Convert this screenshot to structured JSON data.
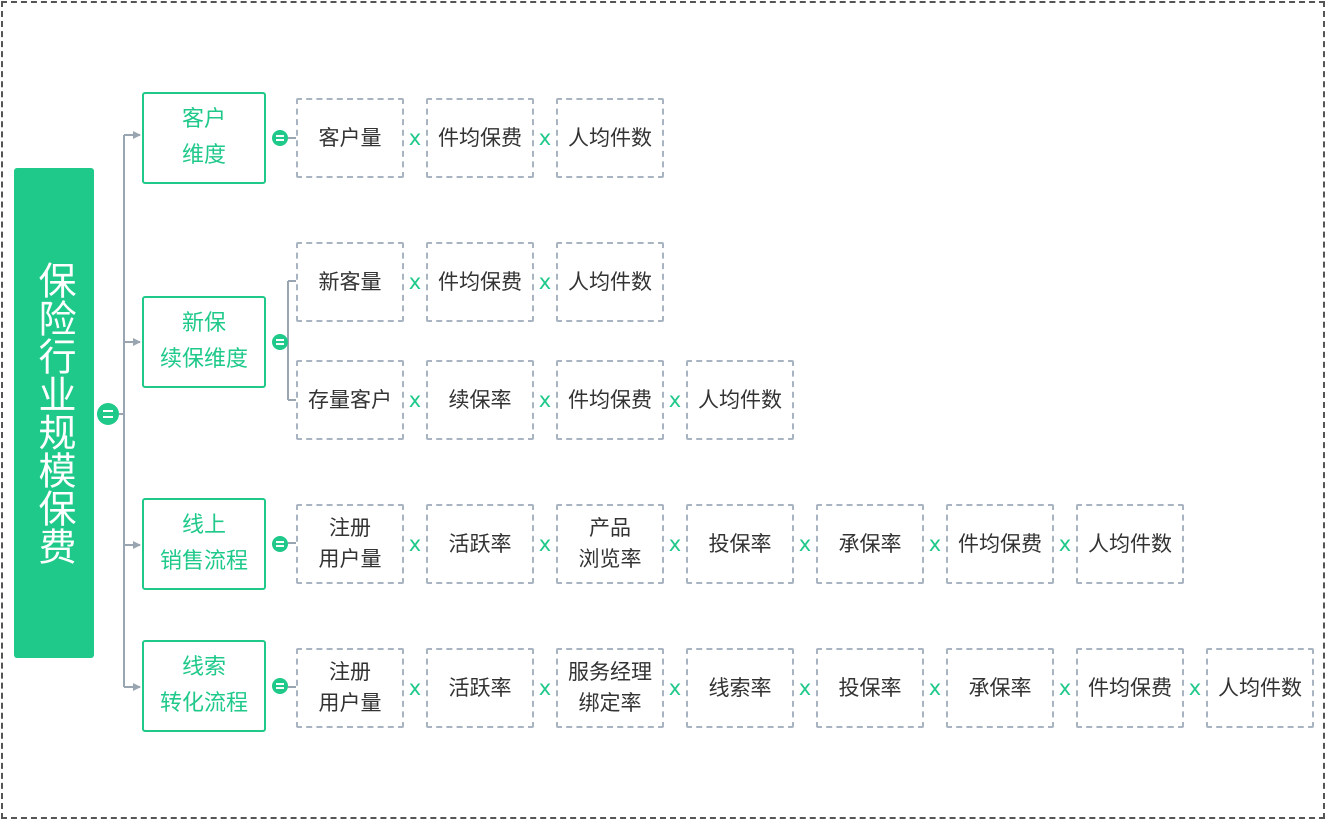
{
  "root": {
    "label": "保险行业规模保费"
  },
  "operators": {
    "multiply": "x"
  },
  "colors": {
    "accent": "#1fc98a",
    "box_border": "#a9b4c2",
    "connector": "#9aa5b2"
  },
  "icons": {
    "equals": "equals-icon",
    "arrow": "arrow-right-icon"
  },
  "categories": [
    {
      "label": "客户\n维度",
      "rows": [
        [
          "客户量",
          "件均保费",
          "人均件数"
        ]
      ]
    },
    {
      "label": "新保\n续保维度",
      "rows": [
        [
          "新客量",
          "件均保费",
          "人均件数"
        ],
        [
          "存量客户",
          "续保率",
          "件均保费",
          "人均件数"
        ]
      ]
    },
    {
      "label": "线上\n销售流程",
      "rows": [
        [
          "注册\n用户量",
          "活跃率",
          "产品\n浏览率",
          "投保率",
          "承保率",
          "件均保费",
          "人均件数"
        ]
      ]
    },
    {
      "label": "线索\n转化流程",
      "rows": [
        [
          "注册\n用户量",
          "活跃率",
          "服务经理\n绑定率",
          "线索率",
          "投保率",
          "承保率",
          "件均保费",
          "人均件数"
        ]
      ]
    }
  ]
}
